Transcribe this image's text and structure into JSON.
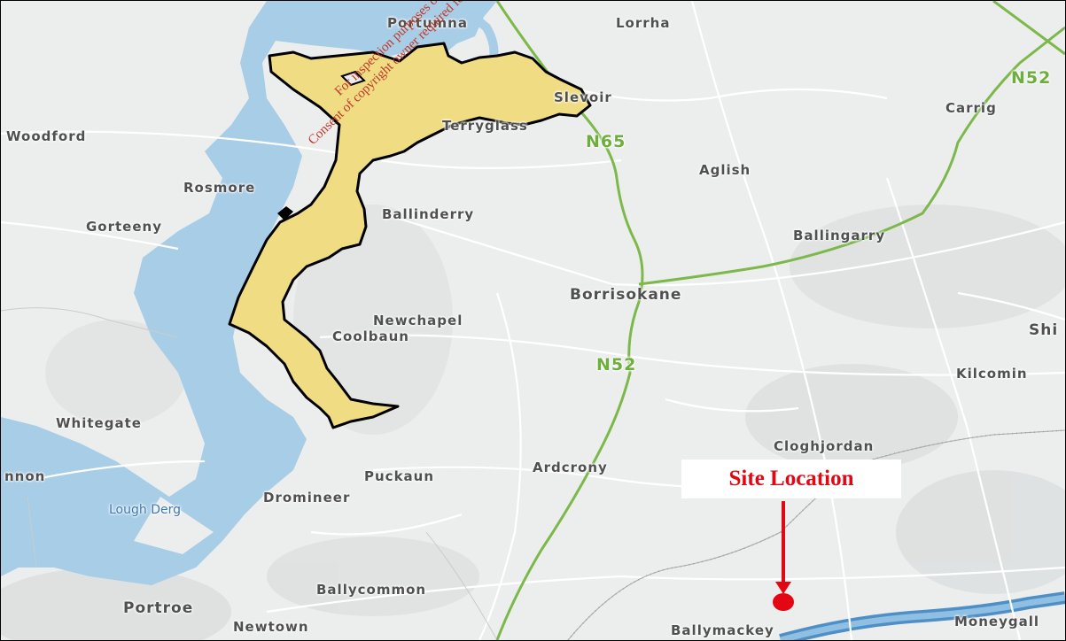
{
  "map": {
    "places": {
      "portumna": "Portumna",
      "lorrha": "Lorrha",
      "terryglass": "Terryglass",
      "carrig": "Carrig",
      "woodford": "Woodford",
      "aglish": "Aglish",
      "rosmore": "Rosmore",
      "ballinderry": "Ballinderry",
      "gorteeny": "Gorteeny",
      "ballingarry": "Ballingarry",
      "borrisokane": "Borrisokane",
      "newchapel": "Newchapel",
      "coolbaun": "Coolbaun",
      "shi": "Shi",
      "kilcomin": "Kilcomin",
      "whitegate": "Whitegate",
      "cloghjordan": "Cloghjordan",
      "ardcrony": "Ardcrony",
      "nnon": "nnon",
      "puckaun": "Puckaun",
      "dromineer": "Dromineer",
      "ballycommon": "Ballycommon",
      "portroe": "Portroe",
      "newtown": "Newtown",
      "ballymackey": "Ballymackey",
      "moneygall": "Moneygall",
      "slevoir": "Slevoir"
    },
    "water": {
      "lough_derg": "Lough Derg"
    },
    "roads": {
      "n52_north": "N52",
      "n65": "N65",
      "n52_mid": "N52"
    },
    "site_label": "Site Location",
    "watermark": {
      "line1": "For inspection purposes only.",
      "line2": "Consent of copyright owner required for any other use."
    },
    "colors": {
      "water": "#a8cde6",
      "road": "#7cb84a",
      "designated_area_fill": "#f0dc82",
      "designated_area_outline": "#000000",
      "site_marker": "#e30613",
      "river": "#4f8fc6"
    }
  }
}
